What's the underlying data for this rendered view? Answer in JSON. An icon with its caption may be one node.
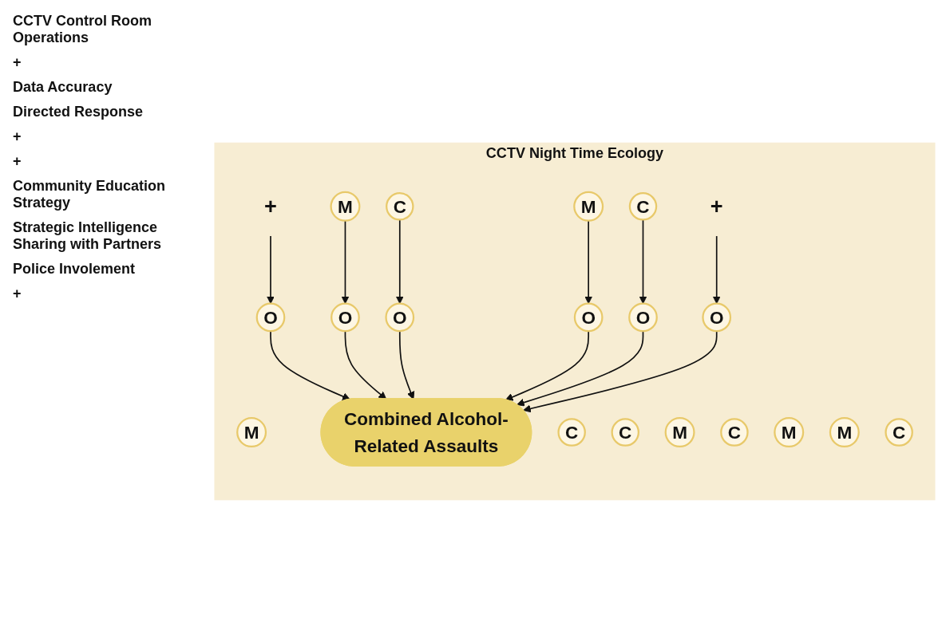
{
  "diagram": {
    "nodes": [
      {
        "text": [
          "CCTV Night Time Ecology"
        ]
      },
      {
        "text": [
          "M"
        ],
        "in": 0
      },
      {
        "text": [
          "+"
        ],
        "in": 0
      },
      {
        "text": [
          "C"
        ],
        "in": 0
      },
      {
        "text": [
          "M"
        ],
        "in": 0
      },
      {
        "text": [
          "C"
        ],
        "in": 0
      },
      {
        "text": [
          "O"
        ],
        "in": 0
      },
      {
        "text": [
          "O"
        ],
        "in": 0
      },
      {
        "text": [
          "M"
        ],
        "in": 0
      },
      {
        "text": [
          "C"
        ],
        "in": 0
      },
      {
        "text": [
          "O"
        ],
        "in": 0
      },
      {
        "text": [
          "Combined Alcohol-Related Assaults"
        ],
        "in": 0
      },
      {
        "text": [
          "O"
        ],
        "in": 0
      },
      {
        "text": [
          "M"
        ],
        "in": 0
      },
      {
        "text": [
          "C"
        ],
        "in": 0
      },
      {
        "text": [
          "O"
        ],
        "in": 0
      },
      {
        "text": [
          "O"
        ],
        "in": 0
      },
      {
        "text": [
          "M"
        ],
        "in": 0
      },
      {
        "text": [
          "C"
        ],
        "in": 0
      },
      {
        "text": [
          "M"
        ],
        "in": 0
      },
      {
        "text": [
          "+"
        ],
        "in": 0
      },
      {
        "text": [
          "C"
        ],
        "in": 0
      }
    ],
    "edges": [
      {
        "from": 2,
        "to": 6,
        "arrow": "to"
      },
      {
        "from": 6,
        "to": 11,
        "arrow": "to"
      },
      {
        "from": 4,
        "to": 7,
        "arrow": "to"
      },
      {
        "from": 7,
        "to": 11,
        "arrow": "to"
      },
      {
        "from": 9,
        "to": 10,
        "arrow": "to"
      },
      {
        "from": 10,
        "to": 11,
        "arrow": "to"
      },
      {
        "from": 13,
        "to": 12,
        "arrow": "to"
      },
      {
        "from": 12,
        "to": 11,
        "arrow": "to"
      },
      {
        "from": 18,
        "to": 15,
        "arrow": "to"
      },
      {
        "from": 15,
        "to": 11,
        "arrow": "to"
      },
      {
        "from": 20,
        "to": 16,
        "arrow": "to"
      },
      {
        "from": 16,
        "to": 11,
        "arrow": "to"
      }
    ],
    "labels": [
      "CCTV Control Room Operations",
      "+",
      "Data Accuracy",
      "Directed Response",
      "+",
      "+",
      "Community Education Strategy",
      "Strategic Intelligence Sharing with Partners",
      "Police Involement",
      "+"
    ]
  }
}
